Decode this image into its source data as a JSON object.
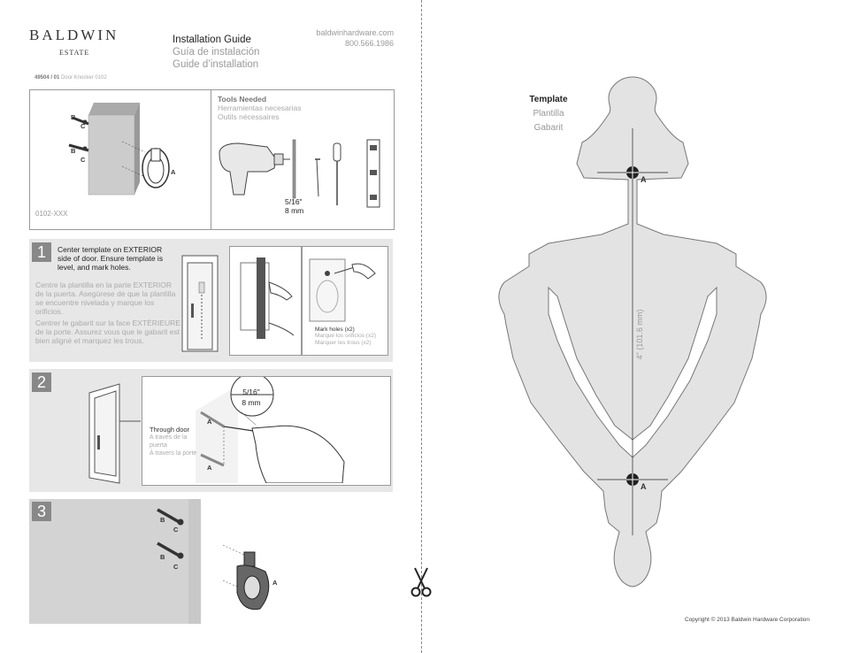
{
  "header": {
    "brand": "BALDWIN",
    "brand_sub": "ESTATE",
    "guide_en": "Installation Guide",
    "guide_es": "Guía de instalación",
    "guide_fr": "Guide d’installation",
    "website": "baldwinhardware.com",
    "phone": "800.566.1986",
    "doc_code": "49504 / 01",
    "doc_desc": "Door Knocker 0102"
  },
  "overview": {
    "model": "0102-XXX",
    "label_a": "A",
    "label_b": "B",
    "label_c": "C"
  },
  "tools": {
    "title_en": "Tools Needed",
    "title_es": "Herramientas necesarias",
    "title_fr": "Outils nécessaires",
    "bit_in": "5/16\"",
    "bit_mm": "8 mm"
  },
  "step1": {
    "number": "1",
    "en": "Center template on EXTERIOR side of door. Ensure template is level, and mark holes.",
    "es": "Centre la plantilla en la parte EXTERIOR de la puerta. Asegúrese de que la plantilla se encuentre nivelada y marque los orificios.",
    "fr": "Centrer le gabarit sur la face EXTÉRIEURE de la porte. Assurez vous que le gabarit est bien aligné et marquez les trous.",
    "mark_en": "Mark holes (x2)",
    "mark_es": "Marque los orificios (x2)",
    "mark_fr": "Marquer les trous (x2)"
  },
  "step2": {
    "number": "2",
    "bit_in": "5/16\"",
    "bit_mm": "8 mm",
    "through_en": "Through door",
    "through_es": "A través de la puerta",
    "through_fr": "À travers la porte",
    "label_a": "A"
  },
  "step3": {
    "number": "3",
    "label_a": "A",
    "label_b": "B",
    "label_c": "C"
  },
  "template": {
    "title_en": "Template",
    "title_es": "Plantilla",
    "title_fr": "Gabarit",
    "dimension": "4\" (101.6 mm)",
    "label_a": "A"
  },
  "footer": {
    "copyright": "Copyright © 2013 Baldwin Hardware Corporation"
  }
}
